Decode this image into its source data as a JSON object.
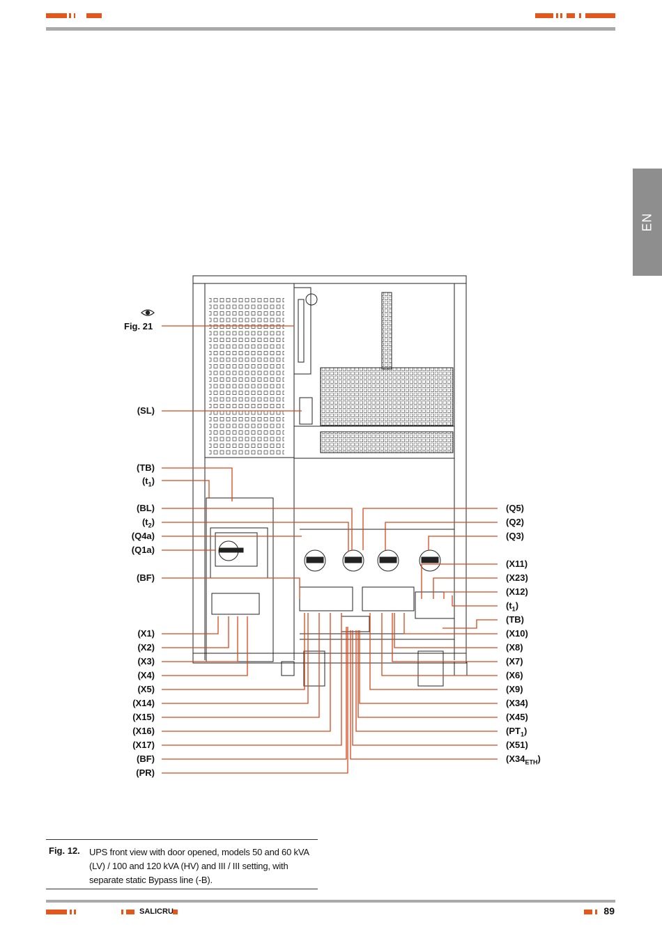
{
  "language_tab": "EN",
  "figure_ref_label": "Fig. 21",
  "labels_left": [
    "(SL)",
    "(TB)",
    "(t1)",
    "(BL)",
    "(t2)",
    "(Q4a)",
    "(Q1a)",
    "(BF)",
    "(X1)",
    "(X2)",
    "(X3)",
    "(X4)",
    "(X5)",
    "(X14)",
    "(X15)",
    "(X16)",
    "(X17)",
    "(BF)",
    "(PR)"
  ],
  "labels_right": [
    "(Q5)",
    "(Q2)",
    "(Q3)",
    "(X11)",
    "(X23)",
    "(X12)",
    "(t1)",
    "(TB)",
    "(X10)",
    "(X8)",
    "(X7)",
    "(X6)",
    "(X9)",
    "(X34)",
    "(X45)",
    "(PT1)",
    "(X51)",
    "(X34ETH)"
  ],
  "caption": {
    "number": "Fig. 12.",
    "text": "UPS front view with door opened, models 50 and 60 kVA (LV) / 100 and 120 kVA (HV) and III / III setting, with separate static Bypass line (-B)."
  },
  "footer": {
    "brand": "SALICRU",
    "page_number": "89"
  },
  "colors": {
    "accent": "#e4571b",
    "rule": "#a9a9a9",
    "tab": "#8e8e8e"
  },
  "icons": [
    "eye-icon"
  ]
}
